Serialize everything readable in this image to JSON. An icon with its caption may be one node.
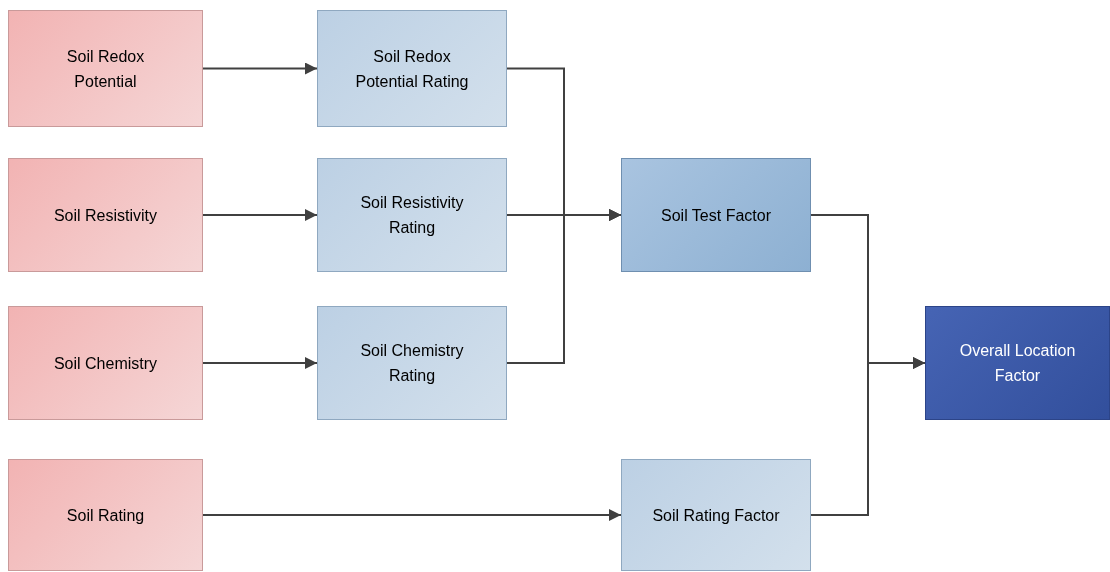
{
  "diagram": {
    "nodes": [
      {
        "text": [
          "Soil Redox Potential"
        ]
      },
      {
        "text": [
          "Soil Redox Potential Rating"
        ]
      },
      {
        "text": [
          "Soil Resistivity"
        ]
      },
      {
        "text": [
          "Soil Resistivity Rating"
        ]
      },
      {
        "text": [
          "Soil Test Factor"
        ]
      },
      {
        "text": [
          "Soil Chemistry"
        ]
      },
      {
        "text": [
          "Soil Chemistry Rating"
        ]
      },
      {
        "text": [
          "Overall Location Factor"
        ]
      },
      {
        "text": [
          "Soil Rating"
        ]
      },
      {
        "text": [
          "Soil Rating Factor"
        ]
      }
    ],
    "edges": [
      {
        "from": 0,
        "to": 1,
        "arrow": "to"
      },
      {
        "from": 2,
        "to": 3,
        "arrow": "to"
      },
      {
        "from": 5,
        "to": 6,
        "arrow": "to"
      },
      {
        "from": 8,
        "to": 9,
        "arrow": "to"
      },
      {
        "from": 1,
        "to": 4,
        "arrow": "to"
      },
      {
        "from": 3,
        "to": 4,
        "arrow": "to"
      },
      {
        "from": 6,
        "to": 4,
        "arrow": "to"
      },
      {
        "from": 4,
        "to": 7,
        "arrow": "to"
      },
      {
        "from": 9,
        "to": 7,
        "arrow": "to"
      }
    ]
  }
}
